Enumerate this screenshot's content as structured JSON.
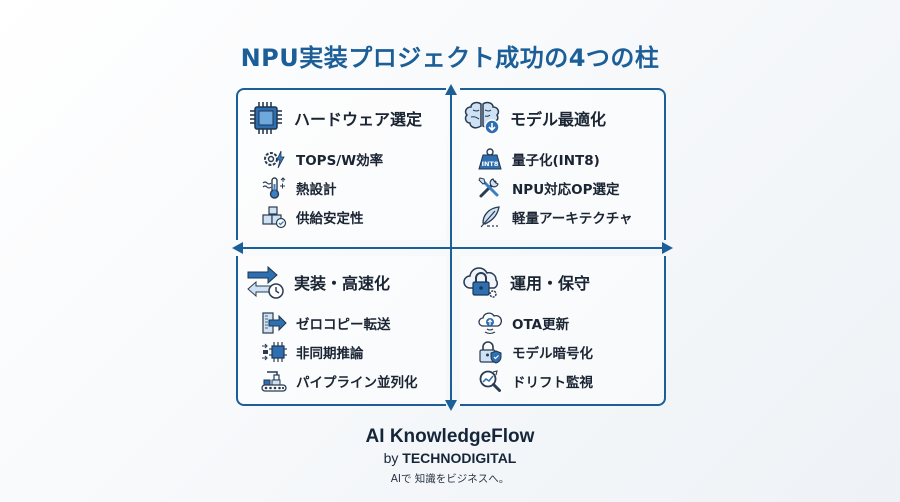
{
  "title": "NPU実装プロジェクト成功の4つの柱",
  "colors": {
    "accent": "#1c5f98",
    "icon_blue": "#3a7fc1",
    "icon_light": "#cfe2f3",
    "text_dark": "#1a2433"
  },
  "quadrants": [
    {
      "id": "hardware",
      "heading": "ハードウェア選定",
      "icon": "chip-icon",
      "items": [
        {
          "label": "TOPS/W効率",
          "icon": "gear-lightning-icon"
        },
        {
          "label": "熱設計",
          "icon": "thermometer-icon"
        },
        {
          "label": "供給安定性",
          "icon": "boxes-check-icon"
        }
      ]
    },
    {
      "id": "model",
      "heading": "モデル最適化",
      "icon": "brain-download-icon",
      "items": [
        {
          "label": "量子化(INT8)",
          "icon": "int8-weight-icon"
        },
        {
          "label": "NPU対応OP選定",
          "icon": "tools-icon"
        },
        {
          "label": "軽量アーキテクチャ",
          "icon": "feather-icon"
        }
      ]
    },
    {
      "id": "implementation",
      "heading": "実装・高速化",
      "icon": "arrows-clock-icon",
      "items": [
        {
          "label": "ゼロコピー転送",
          "icon": "memory-arrow-icon"
        },
        {
          "label": "非同期推論",
          "icon": "async-chip-icon"
        },
        {
          "label": "パイプライン並列化",
          "icon": "conveyor-icon"
        }
      ]
    },
    {
      "id": "operations",
      "heading": "運用・保守",
      "icon": "cloud-lock-icon",
      "items": [
        {
          "label": "OTA更新",
          "icon": "cloud-upload-icon"
        },
        {
          "label": "モデル暗号化",
          "icon": "lock-shield-icon"
        },
        {
          "label": "ドリフト監視",
          "icon": "magnifier-chart-icon"
        }
      ]
    }
  ],
  "brand": {
    "name": "AI KnowledgeFlow",
    "by_prefix": "by",
    "company": "TECHNODIGITAL",
    "tagline": "AIで 知識をビジネスへ。"
  }
}
